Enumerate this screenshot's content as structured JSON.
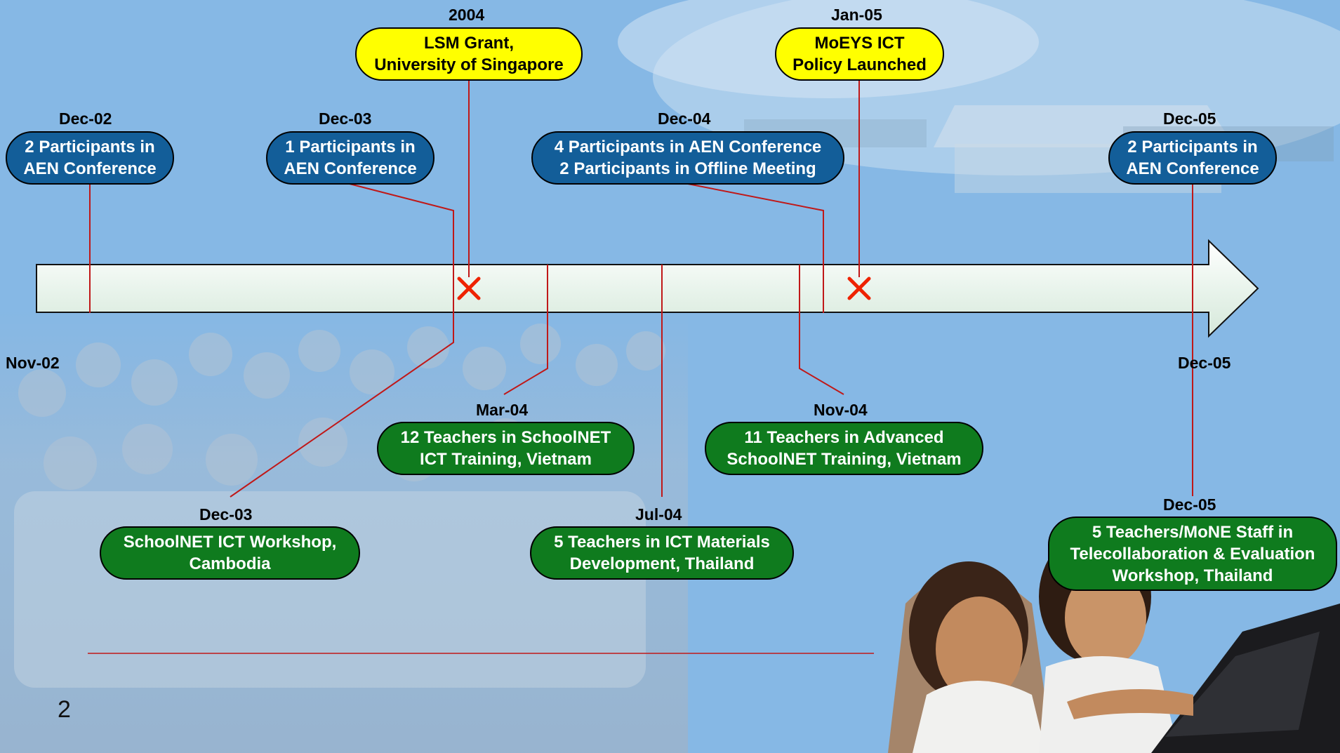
{
  "axis": {
    "start_label": "Nov-02",
    "end_label": "Dec-05"
  },
  "events_above": [
    {
      "date": "Dec-02",
      "lines": [
        "2 Participants in",
        "AEN Conference"
      ],
      "color": "blue"
    },
    {
      "date": "Dec-03",
      "lines": [
        "1 Participants in",
        "AEN Conference"
      ],
      "color": "blue"
    },
    {
      "date": "2004",
      "lines": [
        "LSM Grant,",
        "University of Singapore"
      ],
      "color": "yellow"
    },
    {
      "date": "Dec-04",
      "lines": [
        "4 Participants in AEN Conference",
        "2 Participants in Offline Meeting"
      ],
      "color": "blue"
    },
    {
      "date": "Jan-05",
      "lines": [
        "MoEYS ICT",
        "Policy Launched"
      ],
      "color": "yellow"
    },
    {
      "date": "Dec-05",
      "lines": [
        "2 Participants in",
        "AEN Conference"
      ],
      "color": "blue"
    }
  ],
  "events_below": [
    {
      "date": "Mar-04",
      "lines": [
        "12 Teachers in SchoolNET",
        "ICT Training, Vietnam"
      ],
      "color": "green"
    },
    {
      "date": "Nov-04",
      "lines": [
        "11 Teachers in Advanced",
        "SchoolNET Training, Vietnam"
      ],
      "color": "green"
    },
    {
      "date": "Dec-03",
      "lines": [
        "SchoolNET ICT Workshop,",
        "Cambodia"
      ],
      "color": "green"
    },
    {
      "date": "Jul-04",
      "lines": [
        "5 Teachers in ICT Materials",
        "Development, Thailand"
      ],
      "color": "green"
    },
    {
      "date": "Dec-05",
      "lines": [
        "5 Teachers/MoNE Staff in",
        "Telecollaboration & Evaluation",
        "Workshop, Thailand"
      ],
      "color": "green"
    }
  ],
  "milestone_markers": [
    "2004",
    "Jan-05"
  ],
  "page_number": "2",
  "colors": {
    "blue_pill": "#135e99",
    "yellow_pill": "#ffff00",
    "green_pill": "#0f7b1e",
    "connector": "#c01818",
    "marker": "#ee2200",
    "axis_fill": "#eef6ee"
  }
}
